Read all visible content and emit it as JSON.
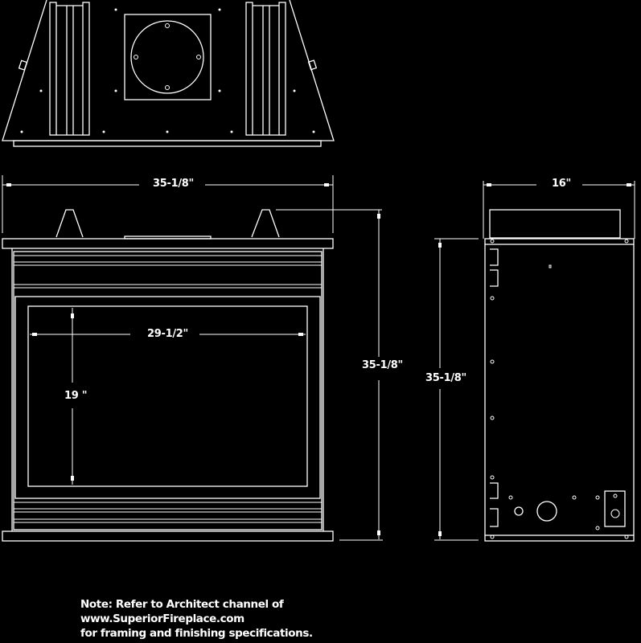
{
  "drawing": {
    "title": "Fireplace dimension drawing",
    "views": [
      "top-view",
      "front-view",
      "side-view"
    ],
    "dimensions": {
      "front_width": "35-1/8\"",
      "front_height": "35-1/8\"",
      "opening_width": "29-1/2\"",
      "opening_height": "19 \"",
      "side_depth": "16\"",
      "side_height": "35-1/8\""
    },
    "colors": {
      "background": "#000000",
      "lines": "#ffffff"
    }
  },
  "note": {
    "line1": "Note: Refer to Architect channel of",
    "line2": "www.SuperiorFireplace.com",
    "line3": "for framing and finishing specifications."
  }
}
